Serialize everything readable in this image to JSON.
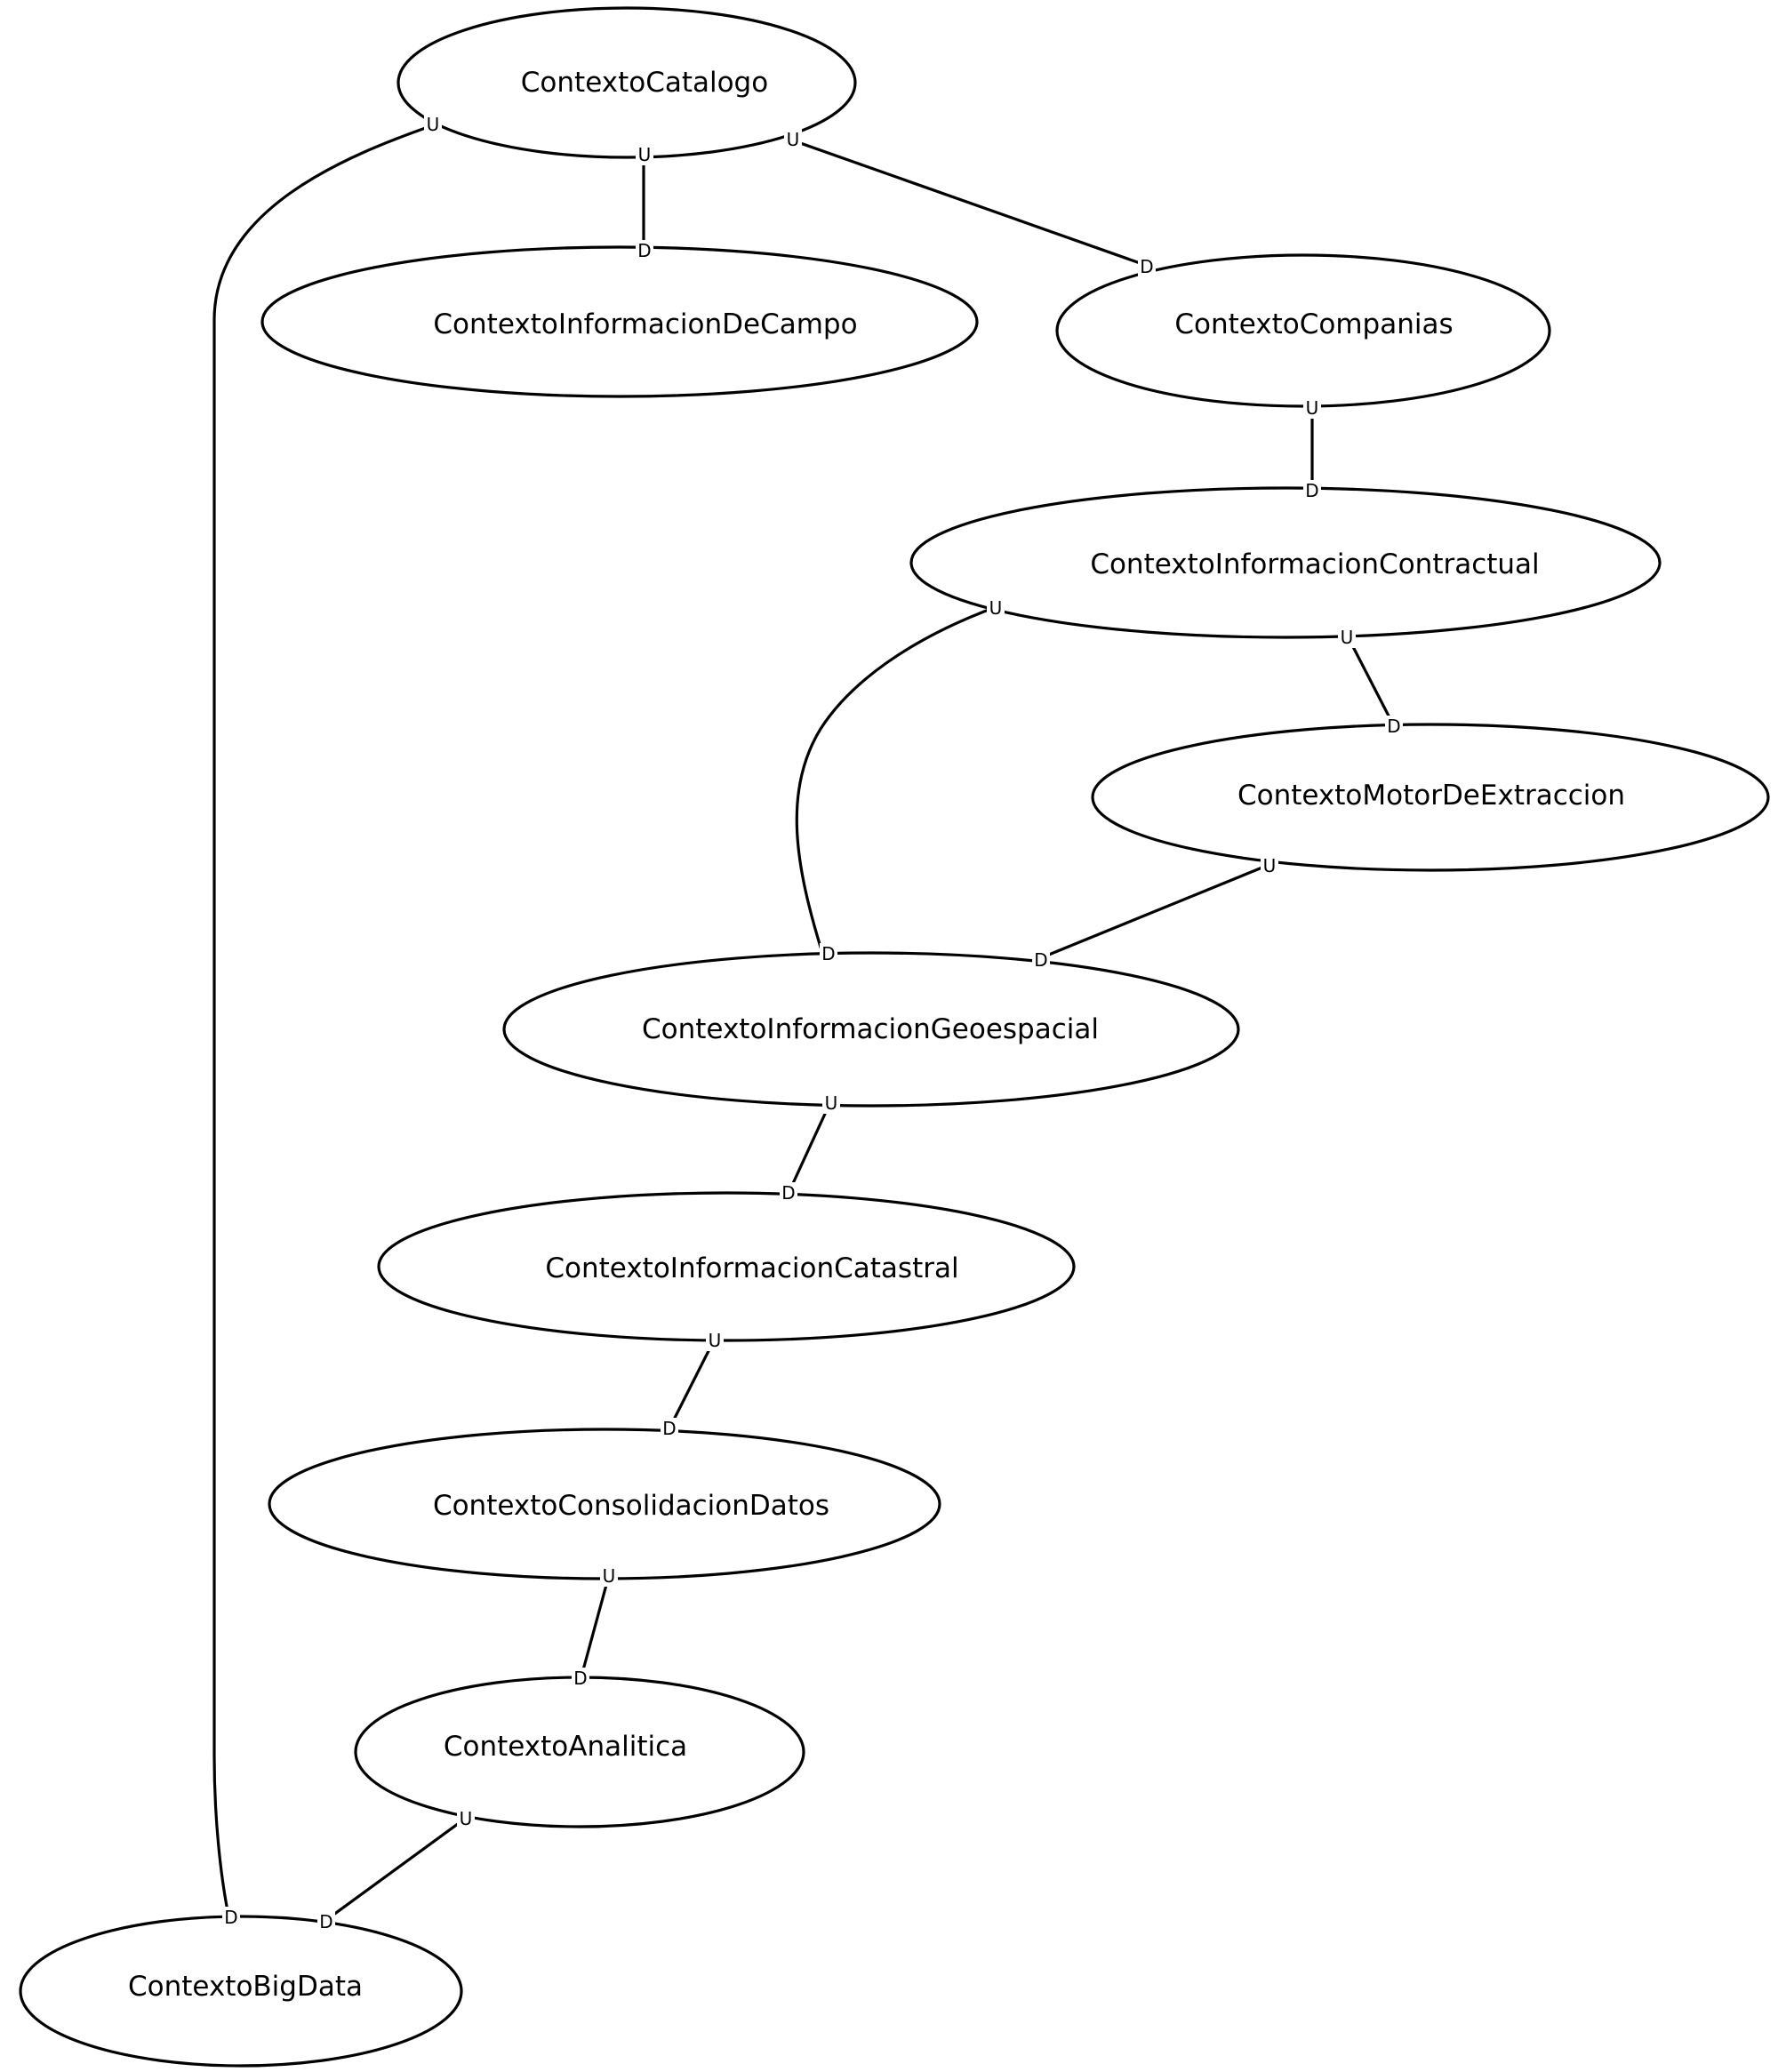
{
  "diagram": {
    "nodes": [
      {
        "id": "catalogo",
        "label": "ContextoCatalogo"
      },
      {
        "id": "campo",
        "label": "ContextoInformacionDeCampo"
      },
      {
        "id": "companias",
        "label": "ContextoCompanias"
      },
      {
        "id": "contractual",
        "label": "ContextoInformacionContractual"
      },
      {
        "id": "motor",
        "label": "ContextoMotorDeExtraccion"
      },
      {
        "id": "geoespacial",
        "label": "ContextoInformacionGeoespacial"
      },
      {
        "id": "catastral",
        "label": "ContextoInformacionCatastral"
      },
      {
        "id": "consolidacion",
        "label": "ContextoConsolidacionDatos"
      },
      {
        "id": "analitica",
        "label": "ContextoAnalitica"
      },
      {
        "id": "bigdata",
        "label": "ContextoBigData"
      }
    ],
    "edges": [
      {
        "from": "catalogo",
        "to": "bigdata",
        "from_label": "U",
        "to_label": "D"
      },
      {
        "from": "catalogo",
        "to": "campo",
        "from_label": "U",
        "to_label": "D"
      },
      {
        "from": "catalogo",
        "to": "companias",
        "from_label": "U",
        "to_label": "D"
      },
      {
        "from": "companias",
        "to": "contractual",
        "from_label": "U",
        "to_label": "D"
      },
      {
        "from": "contractual",
        "to": "geoespacial",
        "from_label": "U",
        "to_label": "D"
      },
      {
        "from": "contractual",
        "to": "motor",
        "from_label": "U",
        "to_label": "D"
      },
      {
        "from": "motor",
        "to": "geoespacial",
        "from_label": "U",
        "to_label": "D"
      },
      {
        "from": "geoespacial",
        "to": "catastral",
        "from_label": "U",
        "to_label": "D"
      },
      {
        "from": "catastral",
        "to": "consolidacion",
        "from_label": "U",
        "to_label": "D"
      },
      {
        "from": "consolidacion",
        "to": "analitica",
        "from_label": "U",
        "to_label": "D"
      },
      {
        "from": "analitica",
        "to": "bigdata",
        "from_label": "U",
        "to_label": "D"
      }
    ]
  }
}
